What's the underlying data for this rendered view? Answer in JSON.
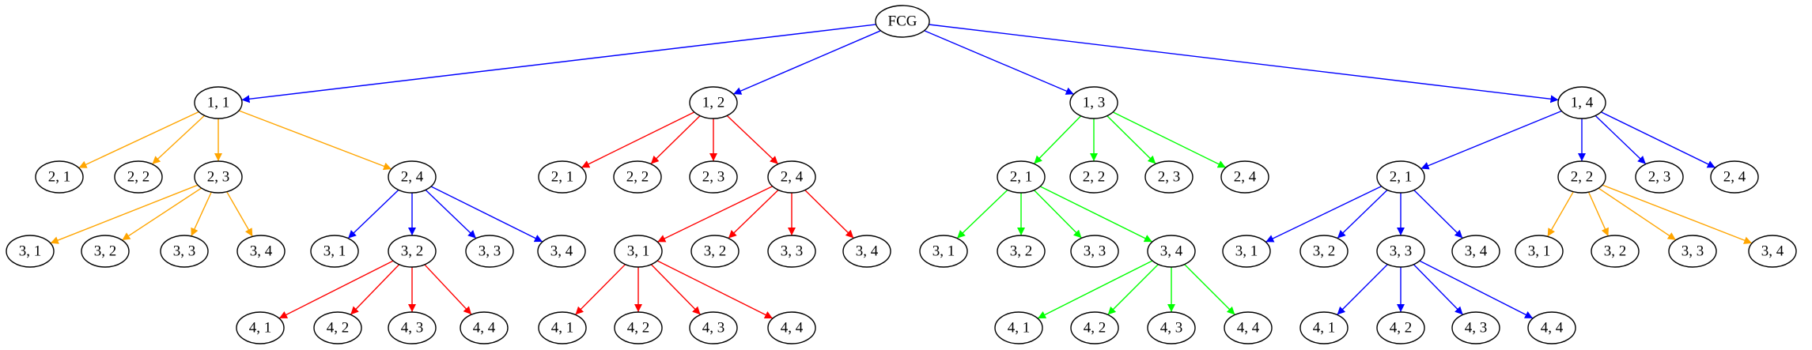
{
  "colors": {
    "blue": "#0000ff",
    "orange": "#ffa500",
    "red": "#ff0000",
    "green": "#00ff00"
  },
  "nodes": [
    {
      "id": "root",
      "label": "FCG"
    },
    {
      "id": "a1",
      "label": "1, 1"
    },
    {
      "id": "a2",
      "label": "1, 2"
    },
    {
      "id": "a3",
      "label": "1, 3"
    },
    {
      "id": "a4",
      "label": "1, 4"
    },
    {
      "id": "a1_21",
      "label": "2, 1"
    },
    {
      "id": "a1_22",
      "label": "2, 2"
    },
    {
      "id": "a1_23",
      "label": "2, 3"
    },
    {
      "id": "a1_24",
      "label": "2, 4"
    },
    {
      "id": "a1_23_31",
      "label": "3, 1"
    },
    {
      "id": "a1_23_32",
      "label": "3, 2"
    },
    {
      "id": "a1_23_33",
      "label": "3, 3"
    },
    {
      "id": "a1_23_34",
      "label": "3, 4"
    },
    {
      "id": "a1_24_31",
      "label": "3, 1"
    },
    {
      "id": "a1_24_32",
      "label": "3, 2"
    },
    {
      "id": "a1_24_33",
      "label": "3, 3"
    },
    {
      "id": "a1_24_34",
      "label": "3, 4"
    },
    {
      "id": "a1_32_41",
      "label": "4, 1"
    },
    {
      "id": "a1_32_42",
      "label": "4, 2"
    },
    {
      "id": "a1_32_43",
      "label": "4, 3"
    },
    {
      "id": "a1_32_44",
      "label": "4, 4"
    },
    {
      "id": "a2_21",
      "label": "2, 1"
    },
    {
      "id": "a2_22",
      "label": "2, 2"
    },
    {
      "id": "a2_23",
      "label": "2, 3"
    },
    {
      "id": "a2_24",
      "label": "2, 4"
    },
    {
      "id": "a2_24_31",
      "label": "3, 1"
    },
    {
      "id": "a2_24_32",
      "label": "3, 2"
    },
    {
      "id": "a2_24_33",
      "label": "3, 3"
    },
    {
      "id": "a2_24_34",
      "label": "3, 4"
    },
    {
      "id": "a2_31_41",
      "label": "4, 1"
    },
    {
      "id": "a2_31_42",
      "label": "4, 2"
    },
    {
      "id": "a2_31_43",
      "label": "4, 3"
    },
    {
      "id": "a2_31_44",
      "label": "4, 4"
    },
    {
      "id": "a3_21",
      "label": "2, 1"
    },
    {
      "id": "a3_22",
      "label": "2, 2"
    },
    {
      "id": "a3_23",
      "label": "2, 3"
    },
    {
      "id": "a3_24",
      "label": "2, 4"
    },
    {
      "id": "a3_21_31",
      "label": "3, 1"
    },
    {
      "id": "a3_21_32",
      "label": "3, 2"
    },
    {
      "id": "a3_21_33",
      "label": "3, 3"
    },
    {
      "id": "a3_21_34",
      "label": "3, 4"
    },
    {
      "id": "a3_34_41",
      "label": "4, 1"
    },
    {
      "id": "a3_34_42",
      "label": "4, 2"
    },
    {
      "id": "a3_34_43",
      "label": "4, 3"
    },
    {
      "id": "a3_34_44",
      "label": "4, 4"
    },
    {
      "id": "a4_21",
      "label": "2, 1"
    },
    {
      "id": "a4_22",
      "label": "2, 2"
    },
    {
      "id": "a4_23",
      "label": "2, 3"
    },
    {
      "id": "a4_24",
      "label": "2, 4"
    },
    {
      "id": "a4_21_31",
      "label": "3, 1"
    },
    {
      "id": "a4_21_32",
      "label": "3, 2"
    },
    {
      "id": "a4_21_33",
      "label": "3, 3"
    },
    {
      "id": "a4_21_34",
      "label": "3, 4"
    },
    {
      "id": "a4_22_31",
      "label": "3, 1"
    },
    {
      "id": "a4_22_32",
      "label": "3, 2"
    },
    {
      "id": "a4_22_33",
      "label": "3, 3"
    },
    {
      "id": "a4_22_34",
      "label": "3, 4"
    },
    {
      "id": "a4_33_41",
      "label": "4, 1"
    },
    {
      "id": "a4_33_42",
      "label": "4, 2"
    },
    {
      "id": "a4_33_43",
      "label": "4, 3"
    },
    {
      "id": "a4_33_44",
      "label": "4, 4"
    }
  ],
  "edges": [
    {
      "from": "root",
      "to": "a1",
      "color": "blue"
    },
    {
      "from": "root",
      "to": "a2",
      "color": "blue"
    },
    {
      "from": "root",
      "to": "a3",
      "color": "blue"
    },
    {
      "from": "root",
      "to": "a4",
      "color": "blue"
    },
    {
      "from": "a1",
      "to": "a1_21",
      "color": "orange"
    },
    {
      "from": "a1",
      "to": "a1_22",
      "color": "orange"
    },
    {
      "from": "a1",
      "to": "a1_23",
      "color": "orange"
    },
    {
      "from": "a1",
      "to": "a1_24",
      "color": "orange"
    },
    {
      "from": "a1_23",
      "to": "a1_23_31",
      "color": "orange"
    },
    {
      "from": "a1_23",
      "to": "a1_23_32",
      "color": "orange"
    },
    {
      "from": "a1_23",
      "to": "a1_23_33",
      "color": "orange"
    },
    {
      "from": "a1_23",
      "to": "a1_23_34",
      "color": "orange"
    },
    {
      "from": "a1_24",
      "to": "a1_24_31",
      "color": "blue"
    },
    {
      "from": "a1_24",
      "to": "a1_24_32",
      "color": "blue"
    },
    {
      "from": "a1_24",
      "to": "a1_24_33",
      "color": "blue"
    },
    {
      "from": "a1_24",
      "to": "a1_24_34",
      "color": "blue"
    },
    {
      "from": "a1_24_32",
      "to": "a1_32_41",
      "color": "red"
    },
    {
      "from": "a1_24_32",
      "to": "a1_32_42",
      "color": "red"
    },
    {
      "from": "a1_24_32",
      "to": "a1_32_43",
      "color": "red"
    },
    {
      "from": "a1_24_32",
      "to": "a1_32_44",
      "color": "red"
    },
    {
      "from": "a2",
      "to": "a2_21",
      "color": "red"
    },
    {
      "from": "a2",
      "to": "a2_22",
      "color": "red"
    },
    {
      "from": "a2",
      "to": "a2_23",
      "color": "red"
    },
    {
      "from": "a2",
      "to": "a2_24",
      "color": "red"
    },
    {
      "from": "a2_24",
      "to": "a2_24_31",
      "color": "red"
    },
    {
      "from": "a2_24",
      "to": "a2_24_32",
      "color": "red"
    },
    {
      "from": "a2_24",
      "to": "a2_24_33",
      "color": "red"
    },
    {
      "from": "a2_24",
      "to": "a2_24_34",
      "color": "red"
    },
    {
      "from": "a2_24_31",
      "to": "a2_31_41",
      "color": "red"
    },
    {
      "from": "a2_24_31",
      "to": "a2_31_42",
      "color": "red"
    },
    {
      "from": "a2_24_31",
      "to": "a2_31_43",
      "color": "red"
    },
    {
      "from": "a2_24_31",
      "to": "a2_31_44",
      "color": "red"
    },
    {
      "from": "a3",
      "to": "a3_21",
      "color": "green"
    },
    {
      "from": "a3",
      "to": "a3_22",
      "color": "green"
    },
    {
      "from": "a3",
      "to": "a3_23",
      "color": "green"
    },
    {
      "from": "a3",
      "to": "a3_24",
      "color": "green"
    },
    {
      "from": "a3_21",
      "to": "a3_21_31",
      "color": "green"
    },
    {
      "from": "a3_21",
      "to": "a3_21_32",
      "color": "green"
    },
    {
      "from": "a3_21",
      "to": "a3_21_33",
      "color": "green"
    },
    {
      "from": "a3_21",
      "to": "a3_21_34",
      "color": "green"
    },
    {
      "from": "a3_21_34",
      "to": "a3_34_41",
      "color": "green"
    },
    {
      "from": "a3_21_34",
      "to": "a3_34_42",
      "color": "green"
    },
    {
      "from": "a3_21_34",
      "to": "a3_34_43",
      "color": "green"
    },
    {
      "from": "a3_21_34",
      "to": "a3_34_44",
      "color": "green"
    },
    {
      "from": "a4",
      "to": "a4_21",
      "color": "blue"
    },
    {
      "from": "a4",
      "to": "a4_22",
      "color": "blue"
    },
    {
      "from": "a4",
      "to": "a4_23",
      "color": "blue"
    },
    {
      "from": "a4",
      "to": "a4_24",
      "color": "blue"
    },
    {
      "from": "a4_21",
      "to": "a4_21_31",
      "color": "blue"
    },
    {
      "from": "a4_21",
      "to": "a4_21_32",
      "color": "blue"
    },
    {
      "from": "a4_21",
      "to": "a4_21_33",
      "color": "blue"
    },
    {
      "from": "a4_21",
      "to": "a4_21_34",
      "color": "blue"
    },
    {
      "from": "a4_22",
      "to": "a4_22_31",
      "color": "orange"
    },
    {
      "from": "a4_22",
      "to": "a4_22_32",
      "color": "orange"
    },
    {
      "from": "a4_22",
      "to": "a4_22_33",
      "color": "orange"
    },
    {
      "from": "a4_22",
      "to": "a4_22_34",
      "color": "orange"
    },
    {
      "from": "a4_21_33",
      "to": "a4_33_41",
      "color": "blue"
    },
    {
      "from": "a4_21_33",
      "to": "a4_33_42",
      "color": "blue"
    },
    {
      "from": "a4_21_33",
      "to": "a4_33_43",
      "color": "blue"
    },
    {
      "from": "a4_21_33",
      "to": "a4_33_44",
      "color": "blue"
    }
  ]
}
